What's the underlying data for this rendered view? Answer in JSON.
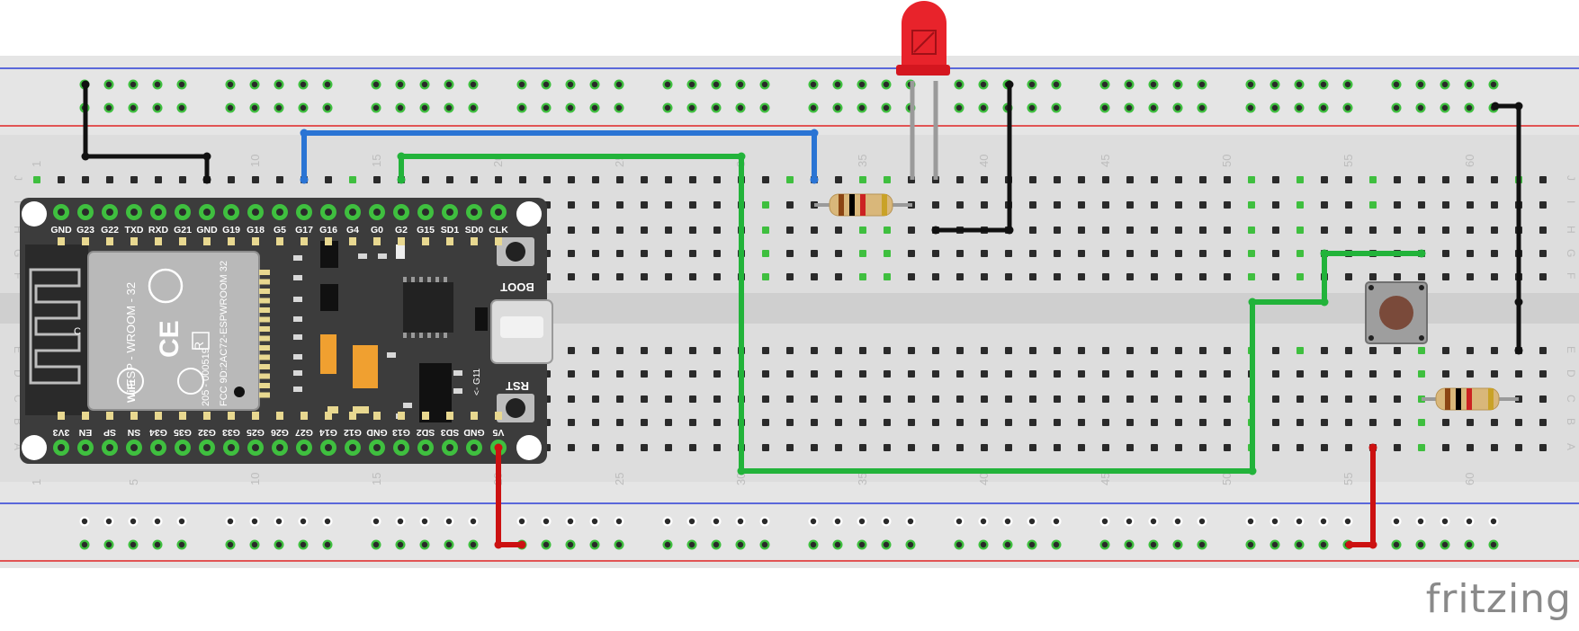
{
  "app": {
    "brand": "fritzing"
  },
  "breadboard": {
    "columns": 63,
    "rows_top": [
      "J",
      "I",
      "H",
      "G",
      "F"
    ],
    "rows_bottom": [
      "E",
      "D",
      "C",
      "B",
      "A"
    ],
    "top_numbers": [
      "1",
      "10",
      "15",
      "20",
      "25",
      "30",
      "35",
      "40",
      "45",
      "50",
      "55",
      "60"
    ],
    "bottom_numbers": [
      "1",
      "5",
      "10",
      "15",
      "20",
      "25",
      "30",
      "35",
      "40",
      "45",
      "50",
      "55",
      "60"
    ],
    "colors": {
      "board": "#e3e3e3",
      "hole": "#2a2a2a",
      "hole_used": "#3fbf3f",
      "rail_red": "#e02424",
      "rail_blue": "#2c3fd6"
    }
  },
  "esp32": {
    "top_pins": [
      "GND",
      "G23",
      "G22",
      "TXD",
      "RXD",
      "G21",
      "GND",
      "G19",
      "G18",
      "G5",
      "G17",
      "G16",
      "G4",
      "G0",
      "G2",
      "G15",
      "SD1",
      "SD0",
      "CLK"
    ],
    "bottom_pins": [
      "3V3",
      "EN",
      "SP",
      "SN",
      "G34",
      "G35",
      "G32",
      "G33",
      "G25",
      "G26",
      "G27",
      "G14",
      "G12",
      "GND",
      "G13",
      "SD2",
      "SD3",
      "GND",
      "V5"
    ],
    "module_text": [
      "ESP - WROOM - 32",
      "205 - 000519",
      "FCC 9D:2AC72-ESPWROOM 32"
    ],
    "buttons": [
      "BOOT",
      "RST"
    ],
    "note": "<- G11",
    "ce_mark": "CE",
    "r_mark": "R",
    "wifi_mark": "WiFi",
    "c_mark": "C"
  },
  "components": {
    "led": {
      "color": "#e8232b"
    },
    "resistor_bands": [
      "#8b4513",
      "#000000",
      "#cc2222",
      "#c9a227"
    ],
    "button_cap": "#7a4a3a"
  },
  "wires": [
    {
      "id": "gnd-jumper",
      "color": "#111111"
    },
    {
      "id": "g17-to-resistor",
      "color": "#2a74d4"
    },
    {
      "id": "g2-signal",
      "color": "#22b33a"
    },
    {
      "id": "led-gnd",
      "color": "#111111"
    },
    {
      "id": "v5-to-rail",
      "color": "#cc1111"
    },
    {
      "id": "button-signal",
      "color": "#22b33a"
    },
    {
      "id": "rail-gnd",
      "color": "#111111"
    },
    {
      "id": "button-power",
      "color": "#cc1111"
    }
  ]
}
